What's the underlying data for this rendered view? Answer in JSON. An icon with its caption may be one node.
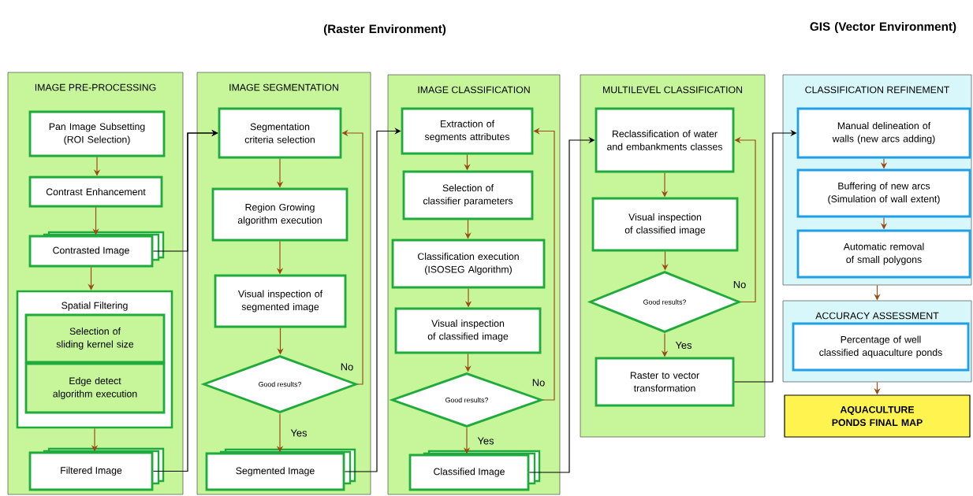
{
  "diagram": {
    "nodes": [
      {
        "text": [
          "IMAGE PRE-PROCESSING"
        ]
      },
      {
        "text": [
          "Pan Image Subsetting (ROI Selection)"
        ],
        "in": 0
      },
      {
        "text": [
          "Contrast Enhancement"
        ],
        "in": 0
      },
      {
        "text": [
          "Contrasted Image"
        ],
        "in": 0
      },
      {
        "text": [
          "Spatial Filtering"
        ],
        "in": 0
      },
      {
        "text": [
          "Selection of sliding kernel size"
        ],
        "in": 4
      },
      {
        "text": [
          "Edge detect algorithm execution"
        ],
        "in": 4
      },
      {
        "text": [
          "Filtered Image"
        ],
        "in": 0
      },
      {
        "text": [
          "IMAGE SEGMENTATION"
        ]
      },
      {
        "text": [
          "Segmentation criteria selection"
        ],
        "in": 8
      },
      {
        "text": [
          "Region Growing algorithm execution"
        ],
        "in": 8
      },
      {
        "text": [
          "Visual inspection of segmented image"
        ],
        "in": 8
      },
      {
        "text": [
          "Good results?"
        ],
        "in": 8
      },
      {
        "text": [
          "Segmented Image"
        ],
        "in": 8
      },
      {
        "text": [
          "IMAGE CLASSIFICATION"
        ]
      },
      {
        "text": [
          "Extraction of segments attributes"
        ],
        "in": 14
      },
      {
        "text": [
          "Selection of classifier parameters"
        ],
        "in": 14
      },
      {
        "text": [
          "Classification execution (ISOSEG Algorithm)"
        ],
        "in": 14
      },
      {
        "text": [
          "Visual inspection of classified image"
        ],
        "in": 14
      },
      {
        "text": [
          "Good results?"
        ],
        "in": 14
      },
      {
        "text": [
          "Classified Image"
        ],
        "in": 14
      },
      {
        "text": [
          "MULTILEVEL CLASSIFICATION"
        ]
      },
      {
        "text": [
          "Reclassification of water and embankments classes"
        ],
        "in": 21
      },
      {
        "text": [
          "Visual inspection of classified image"
        ],
        "in": 21
      },
      {
        "text": [
          "Good results?"
        ],
        "in": 21
      },
      {
        "text": [
          "Raster to vector transformation"
        ],
        "in": 21
      },
      {
        "text": [
          "CLASSIFICATION REFINEMENT"
        ]
      },
      {
        "text": [
          "Manual delineation of walls (new arcs adding)"
        ],
        "in": 26
      },
      {
        "text": [
          "Buffering of new arcs (Simulation of wall extent)"
        ],
        "in": 26
      },
      {
        "text": [
          "Automatic removal of small polygons"
        ],
        "in": 26
      },
      {
        "text": [
          "ACCURACY ASSESSMENT"
        ]
      },
      {
        "text": [
          "Percentage of well classified aquaculture ponds"
        ],
        "in": 30
      },
      {
        "text": [
          "AQUACULTURE PONDS FINAL MAP"
        ]
      }
    ],
    "edges": [
      {
        "from": 1,
        "to": 2,
        "arrow": "to"
      },
      {
        "from": 2,
        "to": 3,
        "arrow": "to"
      },
      {
        "from": 3,
        "to": 4,
        "arrow": "to"
      },
      {
        "from": 4,
        "to": 7,
        "arrow": "to"
      },
      {
        "from": 3,
        "to": 9,
        "arrow": "to",
        "color": "#000000"
      },
      {
        "from": 7,
        "to": 9,
        "arrow": "to",
        "color": "#000000"
      },
      {
        "from": 9,
        "to": 10,
        "arrow": "to"
      },
      {
        "from": 10,
        "to": 11,
        "arrow": "to"
      },
      {
        "from": 11,
        "to": 12,
        "arrow": "to"
      },
      {
        "from": 12,
        "to": 13,
        "arrow": "to",
        "label": "Yes"
      },
      {
        "from": 12,
        "to": 9,
        "arrow": "to",
        "label": "No"
      },
      {
        "from": 13,
        "to": 15,
        "arrow": "to",
        "color": "#000000"
      },
      {
        "from": 15,
        "to": 16,
        "arrow": "to"
      },
      {
        "from": 16,
        "to": 17,
        "arrow": "to"
      },
      {
        "from": 17,
        "to": 18,
        "arrow": "to"
      },
      {
        "from": 18,
        "to": 19,
        "arrow": "to"
      },
      {
        "from": 19,
        "to": 20,
        "arrow": "to",
        "label": "Yes"
      },
      {
        "from": 19,
        "to": 15,
        "arrow": "to",
        "label": "No"
      },
      {
        "from": 20,
        "to": 22,
        "arrow": "to",
        "color": "#000000"
      },
      {
        "from": 22,
        "to": 23,
        "arrow": "to"
      },
      {
        "from": 23,
        "to": 24,
        "arrow": "to"
      },
      {
        "from": 24,
        "to": 25,
        "arrow": "to",
        "label": "Yes"
      },
      {
        "from": 24,
        "to": 22,
        "arrow": "to",
        "label": "No"
      },
      {
        "from": 25,
        "to": 27,
        "arrow": "to",
        "color": "#000000"
      },
      {
        "from": 27,
        "to": 28,
        "arrow": "to"
      },
      {
        "from": 28,
        "to": 29,
        "arrow": "to"
      },
      {
        "from": 26,
        "to": 30,
        "arrow": "to"
      },
      {
        "from": 30,
        "to": 32,
        "arrow": "to"
      }
    ],
    "labels": [
      "(Raster Environment)",
      "GIS (Vector Environment)"
    ]
  }
}
